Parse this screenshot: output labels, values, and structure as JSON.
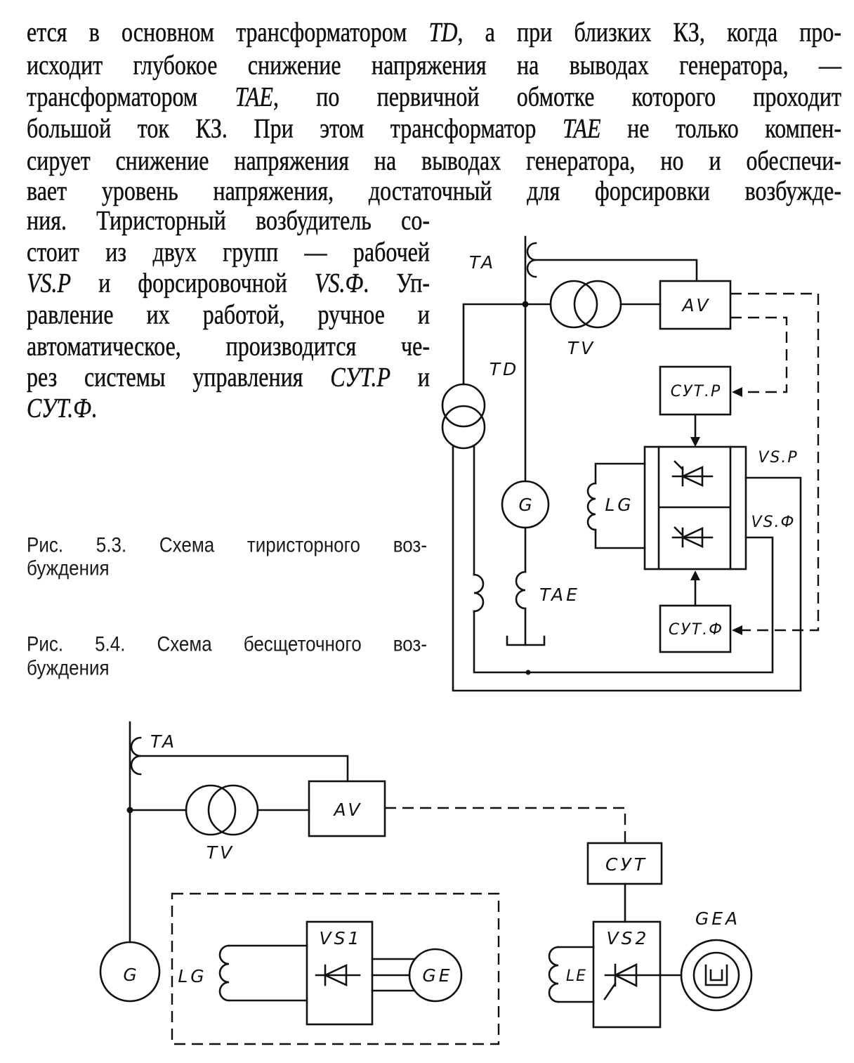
{
  "colors": {
    "paper": "#ffffff",
    "ink": "#111111"
  },
  "body_text": {
    "lines": [
      [
        "ется в основном трансформатором ",
        "TD",
        ", а при близких КЗ, когда про-"
      ],
      [
        "исходит глубокое снижение напряжения на выводах генератора, —"
      ],
      [
        "трансформатором ",
        "TAE",
        ", по первичной обмотке которого проходит"
      ],
      [
        "большой ток КЗ. При этом трансформатор ",
        "TAE",
        " не только компен-"
      ],
      [
        "сирует снижение напряжения на выводах генератора, но и обеспечи-"
      ],
      [
        "вает уровень напряжения, достаточный для форсировки возбужде-"
      ],
      [
        "ния. Тиристорный возбудитель со-"
      ],
      [
        "стоит из двух групп — рабочей"
      ],
      [
        "VS.P",
        " и форсировочной ",
        "VS.Ф",
        ". Уп-"
      ],
      [
        "равление их работой, ручное и"
      ],
      [
        "автоматическое, производится че-"
      ],
      [
        "рез системы управления ",
        "СУТ.Р",
        " и"
      ],
      [
        "СУТ.Ф",
        "."
      ]
    ]
  },
  "figures": {
    "fig53": {
      "caption": [
        "Рис. 5.3. Схема тиристорного воз-",
        "буждения"
      ],
      "labels": {
        "ta": "TA",
        "tv": "TV",
        "av": "AV",
        "td": "TD",
        "sut_r": "СУТ.Р",
        "vs_r": "VS.P",
        "lg": "LG",
        "g": "G",
        "vs_f": "VS.Ф",
        "tae": "TAE",
        "sut_f": "СУТ.Ф"
      }
    },
    "fig54": {
      "caption": [
        "Рис. 5.4. Схема бесщеточного воз-",
        "буждения"
      ],
      "labels": {
        "ta": "TA",
        "av": "AV",
        "tv": "TV",
        "sut": "СУТ",
        "gea": "GEA",
        "vs1": "VS1",
        "vs2": "VS2",
        "lg": "LG",
        "g": "G",
        "ge": "GE",
        "le": "LE"
      }
    }
  }
}
